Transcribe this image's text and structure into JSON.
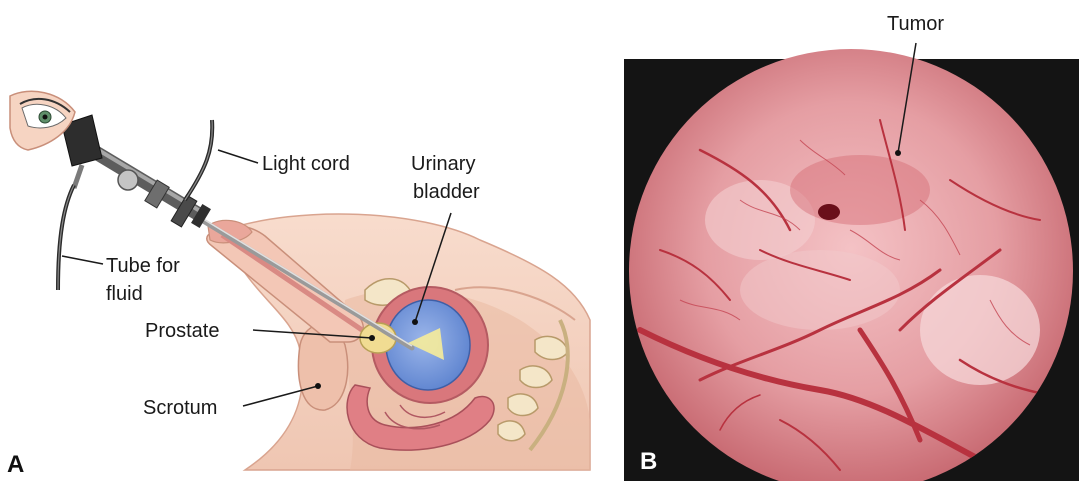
{
  "panel_a": {
    "letter": "A",
    "labels": {
      "light_cord": "Light cord",
      "urinary_bladder_line1": "Urinary",
      "urinary_bladder_line2": "bladder",
      "tube_line1": "Tube for",
      "tube_line2": "fluid",
      "prostate": "Prostate",
      "scrotum": "Scrotum"
    }
  },
  "panel_b": {
    "letter": "B",
    "labels": {
      "tumor": "Tumor"
    }
  },
  "colors": {
    "skin": "#f6d4c2",
    "skin_dark": "#e8b8a2",
    "bladder_wall": "#d9777c",
    "bladder_fluid": "#6f95d9",
    "scope_metal": "#8c8c8c",
    "photo_background": "#141414",
    "mucosa": "#e9a3a8"
  }
}
